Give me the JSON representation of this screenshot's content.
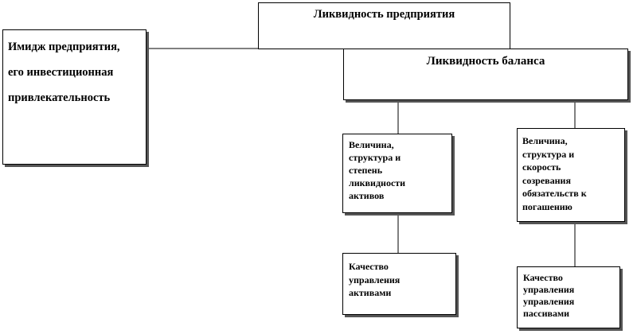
{
  "diagram": {
    "nodes": {
      "enterprise_liquidity": "Ликвидность предприятия",
      "balance_liquidity": "Ликвидность баланса",
      "enterprise_image": "Имидж предприятия,\nего инвестиционная\nпривлекательность",
      "assets": "Величина,\nструктура и\nстепень\nликвидности\nактивов",
      "liabilities": "Величина,\nструктура и\nскорость\nсозревания\nобязательств к\nпогашению",
      "assets_management": "Качество\nуправления\nактивами",
      "liabilities_management": "Качество\nуправления\nуправления\nпассивами"
    },
    "edges": [
      [
        "enterprise_image",
        "enterprise_liquidity"
      ],
      [
        "enterprise_liquidity",
        "balance_liquidity"
      ],
      [
        "balance_liquidity",
        "assets"
      ],
      [
        "balance_liquidity",
        "liabilities"
      ],
      [
        "assets",
        "assets_management"
      ],
      [
        "liabilities",
        "liabilities_management"
      ]
    ]
  }
}
